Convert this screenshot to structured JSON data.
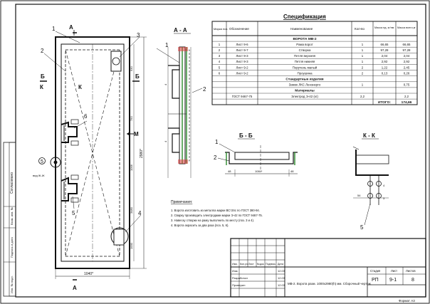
{
  "sheet": {
    "side_labels": [
      "Согласовано",
      "Взам. инв. №",
      "Подпись и дата",
      "Инв. № подл."
    ],
    "format_note": "Формат А3"
  },
  "spec": {
    "title": "Спецификация",
    "headers": [
      "Марка поз.",
      "Обозначение",
      "Наименование",
      "Кол-во",
      "Масса ед. кг/пм",
      "Масса всего,кг"
    ],
    "group_title": "ВОРОТА МВ-2",
    "rows": [
      [
        "1",
        "Лист 9-6",
        "Рама ворот",
        "1",
        "66,65",
        "66,65"
      ],
      [
        "2",
        "Лист 9-7",
        "Створка",
        "1",
        "97,28",
        "97,28"
      ],
      [
        "3",
        "Лист 9-3",
        "Петля верхняя",
        "1",
        "2,04",
        "2,04"
      ],
      [
        "4",
        "Лист 9-3",
        "Петля нижняя",
        "1",
        "2,92",
        "2,92"
      ],
      [
        "5",
        "Лист 9-2",
        "Поручень малый",
        "2",
        "1,22",
        "2,45"
      ],
      [
        "6",
        "Лист 9-2",
        "Проушина",
        "2",
        "0,13",
        "0,26"
      ]
    ],
    "std_title": "Стандартные изделия",
    "std_rows": [
      [
        "",
        "",
        "Замок ЛКС Ленэнерго",
        "1",
        "",
        "0,75"
      ]
    ],
    "mat_title": "Материалы",
    "mat_rows": [
      [
        "",
        "ГОСТ 9467-75",
        "Электрод Э-42 (кг)",
        "2,2",
        "",
        "2,2"
      ]
    ],
    "total_label": "ИТОГО:",
    "total_value": "174,66"
  },
  "views": {
    "front": {
      "markers": [
        "1",
        "2",
        "3",
        "4",
        "5",
        "6",
        "5"
      ],
      "section_letters": [
        "А",
        "А",
        "Б",
        "Б",
        "К",
        "К",
        "М"
      ],
      "dim_width": "1040*",
      "dim_height": "2980*",
      "dim_small": [
        "930",
        "750",
        "1006",
        "3480",
        "1000"
      ]
    },
    "section_aa": {
      "title": "А - А",
      "markers": [
        "1",
        "2"
      ]
    },
    "section_bb": {
      "title": "Б - Б",
      "markers": [
        "1",
        "2"
      ],
      "dims": [
        "48",
        "1084*",
        "48"
      ]
    },
    "section_kk": {
      "title": "К - К",
      "markers": [
        "5"
      ],
      "dims": [
        "54",
        "4",
        "3"
      ]
    }
  },
  "notes": {
    "heading": "Примечания:",
    "lines": [
      "1. Ворота изготовить из металла марки ВСт3пс по ГОСТ 380-94.",
      "2. Сварку производить электродами марки Э-42 по ГОСТ 9467-75.",
      "3. Навеску створки на раму выполнить по месту (поз. 3 и 4).",
      "4. Ворота окрасить за два раза (поз. 5, 6)."
    ]
  },
  "title_block": {
    "sign_headers": [
      "Изм.",
      "Кол.уч.",
      "Лист",
      "№док.",
      "Подпись",
      "Дата"
    ],
    "roles": [
      {
        "role": "Изм.",
        "date": "12.03"
      },
      {
        "role": "Разработал",
        "date": "12.03"
      },
      {
        "role": "Проверил",
        "date": "12.03"
      }
    ],
    "stage_headers": [
      "Стадия",
      "Лист",
      "Листов"
    ],
    "stage_values": [
      "РП",
      "9-1",
      "8"
    ],
    "description": "МВ-2. Ворота разм. 1000х2980(h) мм. Сборочный чертеж."
  }
}
